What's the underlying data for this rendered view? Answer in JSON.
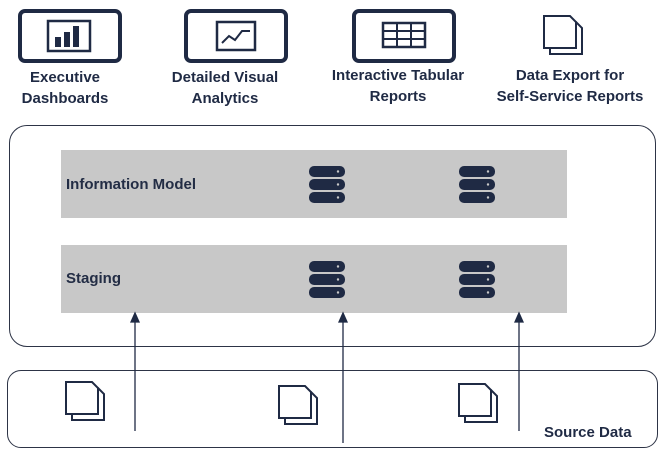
{
  "consumers": [
    {
      "line1": "Executive",
      "line2": "Dashboards",
      "icon": "bar-chart-monitor-icon"
    },
    {
      "line1": "Detailed Visual",
      "line2": "Analytics",
      "icon": "line-chart-monitor-icon"
    },
    {
      "line1": "Interactive Tabular",
      "line2": "Reports",
      "icon": "table-monitor-icon"
    },
    {
      "line1": "Data Export for",
      "line2": "Self-Service Reports",
      "icon": "documents-icon"
    }
  ],
  "layers": {
    "information_model": "Information Model",
    "staging": "Staging"
  },
  "source": {
    "label": "Source Data"
  },
  "colors": {
    "navy": "#1f2a44",
    "band": "#c8c8c8"
  }
}
